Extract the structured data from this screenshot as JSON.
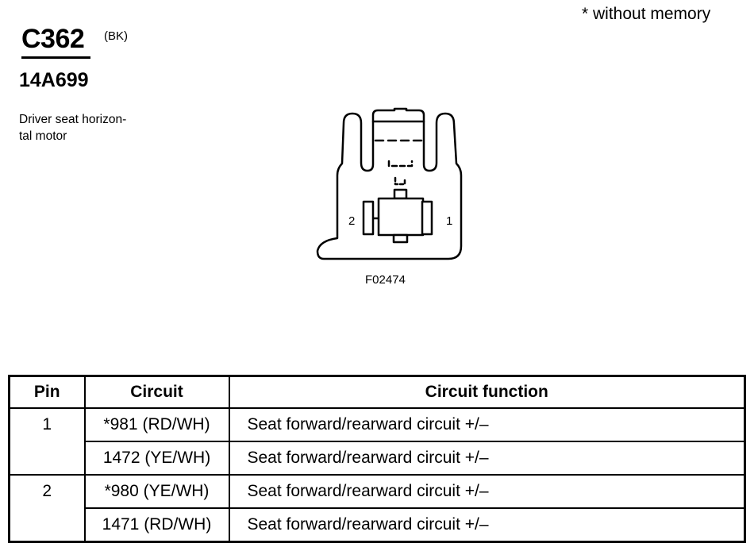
{
  "header": {
    "note": "* without memory",
    "connector_id": "C362",
    "connector_color": "(BK)",
    "part_number": "14A699",
    "description_line1": "Driver seat horizon-",
    "description_line2": "tal motor"
  },
  "diagram": {
    "pin_left_label": "2",
    "pin_right_label": "1",
    "figure_code": "F02474"
  },
  "table": {
    "headers": {
      "pin": "Pin",
      "circuit": "Circuit",
      "function": "Circuit function"
    },
    "rows": [
      {
        "pin": "1",
        "circuit": "*981 (RD/WH)",
        "function": "Seat forward/rearward circuit +/–"
      },
      {
        "circuit": "1472 (YE/WH)",
        "function": "Seat forward/rearward circuit +/–"
      },
      {
        "pin": "2",
        "circuit": "*980 (YE/WH)",
        "function": "Seat forward/rearward circuit +/–"
      },
      {
        "circuit": "1471 (RD/WH)",
        "function": "Seat forward/rearward circuit +/–"
      }
    ]
  }
}
